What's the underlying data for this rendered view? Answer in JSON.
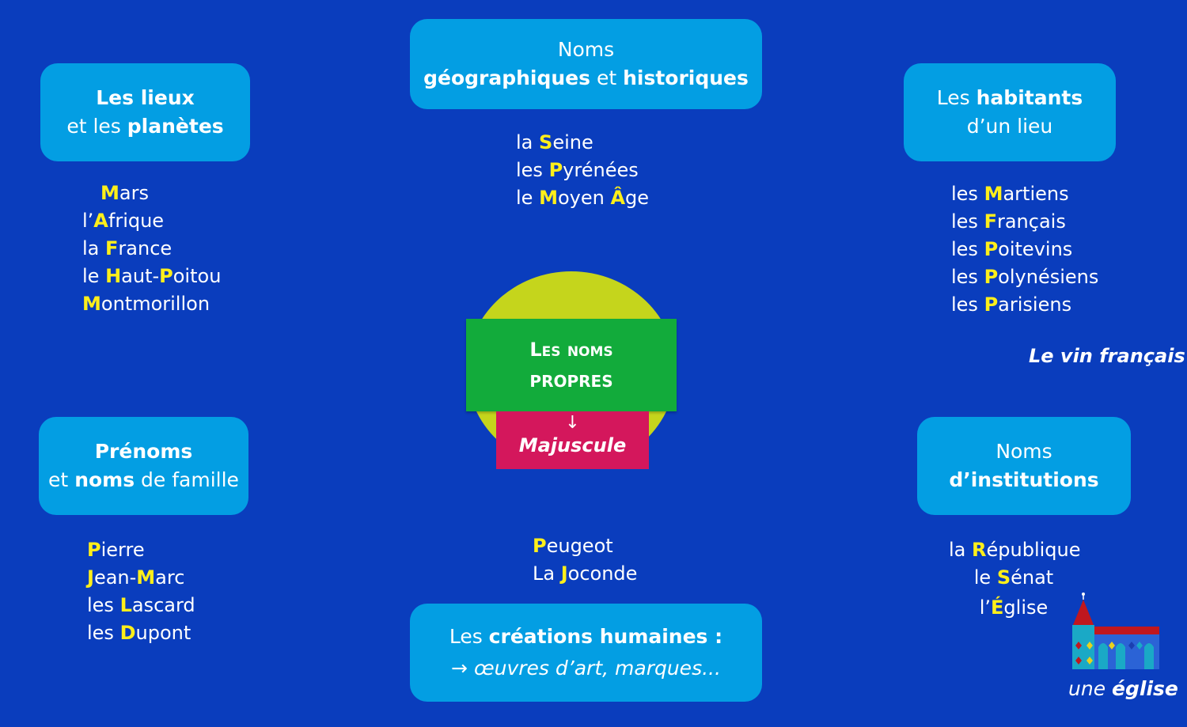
{
  "center": {
    "title_line1": "Les noms",
    "title_line2": "propres",
    "arrow": "↓",
    "label": "Majuscule"
  },
  "boxes": {
    "lieux": {
      "line1": "Les lieux",
      "line2_a": "et les ",
      "line2_b": "planètes"
    },
    "geo": {
      "line1": "Noms",
      "line2_a": "géographiques",
      "line2_b": " et ",
      "line2_c": "historiques"
    },
    "habitants": {
      "line1_a": "Les ",
      "line1_b": "habitants",
      "line2": "d’un lieu"
    },
    "prenoms": {
      "line1": "Prénoms",
      "line2_a": "et ",
      "line2_b": "noms",
      "line2_c": " de famille"
    },
    "institutions": {
      "line1": "Noms",
      "line2": "d’institutions"
    },
    "creations": {
      "line1_a": "Les ",
      "line1_b": "créations humaines :",
      "line2": "→ œuvres d’art, marques..."
    }
  },
  "lists": {
    "lieux": [
      {
        "pre": "",
        "cap": "M",
        "rest": "ars"
      },
      {
        "pre": "l’",
        "cap": "A",
        "rest": "frique"
      },
      {
        "pre": "la ",
        "cap": "F",
        "rest": "rance"
      },
      {
        "pre": "le ",
        "cap": "H",
        "rest": "aut-",
        "cap2": "P",
        "rest2": "oitou"
      },
      {
        "pre": "",
        "cap": "M",
        "rest": "ontmorillon"
      }
    ],
    "geo": [
      {
        "pre": "la ",
        "cap": "S",
        "rest": "eine"
      },
      {
        "pre": "les ",
        "cap": "P",
        "rest": "yrénées"
      },
      {
        "pre": "le ",
        "cap": "M",
        "rest": "oyen ",
        "cap2": "Â",
        "rest2": "ge"
      }
    ],
    "habitants": [
      {
        "pre": "les ",
        "cap": "M",
        "rest": "artiens"
      },
      {
        "pre": "les ",
        "cap": "F",
        "rest": "rançais"
      },
      {
        "pre": "les ",
        "cap": "P",
        "rest": "oitevins"
      },
      {
        "pre": "les ",
        "cap": "P",
        "rest": "olynésiens"
      },
      {
        "pre": "les ",
        "cap": "P",
        "rest": "arisiens"
      }
    ],
    "prenoms": [
      {
        "pre": "",
        "cap": "P",
        "rest": "ierre"
      },
      {
        "pre": "",
        "cap": "J",
        "rest": "ean-",
        "cap2": "M",
        "rest2": "arc"
      },
      {
        "pre": "les ",
        "cap": "L",
        "rest": "ascard"
      },
      {
        "pre": "les ",
        "cap": "D",
        "rest": "upont"
      }
    ],
    "creations": [
      {
        "pre": "",
        "cap": "P",
        "rest": "eugeot"
      },
      {
        "pre": "La ",
        "cap": "J",
        "rest": "oconde"
      }
    ],
    "institutions": [
      {
        "pre": "la ",
        "cap": "R",
        "rest": "épublique"
      },
      {
        "pre": "le ",
        "cap": "S",
        "rest": "énat"
      },
      {
        "pre": "l’",
        "cap": "É",
        "rest": "glise"
      }
    ]
  },
  "notes": {
    "vin": "Le vin français",
    "eglise": "une église"
  },
  "icons": {
    "church": "church-icon"
  },
  "colors": {
    "background": "#0a3dbd",
    "box": "#039ee3",
    "capital": "#ffef1a",
    "center_circle": "#c5d51c",
    "center_green": "#12ab3b",
    "center_pink": "#d4175c"
  }
}
